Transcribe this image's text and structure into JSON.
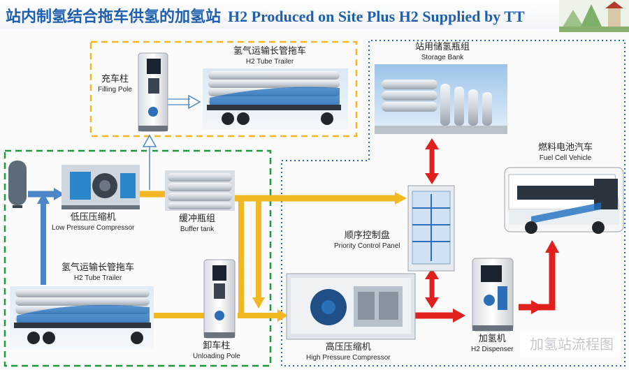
{
  "title": {
    "zh": "站内制氢结合拖车供氢的加氢站",
    "en": "H2 Produced on Site Plus H2 Supplied by TT"
  },
  "components": {
    "filling_pole": {
      "zh": "充车柱",
      "en": "Filling Pole"
    },
    "tube_trailer_top": {
      "zh": "氢气运输长管拖车",
      "en": "H2 Tube Trailer"
    },
    "storage_bank": {
      "zh": "站用储氢瓶组",
      "en": "Storage Bank"
    },
    "fuel_cell_vehicle": {
      "zh": "燃料电池汽车",
      "en": "Fuel Cell Vehicle"
    },
    "low_pressure_compressor": {
      "zh": "低压压缩机",
      "en": "Low Pressure Compressor"
    },
    "buffer_tank": {
      "zh": "缓冲瓶组",
      "en": "Buffer tank"
    },
    "priority_control_panel": {
      "zh": "顺序控制盘",
      "en": "Priority Control Panel"
    },
    "tube_trailer_bottom": {
      "zh": "氢气运输长管拖车",
      "en": "H2 Tube Trailer"
    },
    "unloading_pole": {
      "zh": "卸车柱",
      "en": "Unloading Pole"
    },
    "high_pressure_compressor": {
      "zh": "高压压缩机",
      "en": "High Pressure Compressor"
    },
    "h2_dispenser": {
      "zh": "加氢机",
      "en": "H2 Dispenser"
    }
  },
  "watermark": "加氢站流程图",
  "colors": {
    "title": "#1f5fb0",
    "low_pressure_line": "#f2b824",
    "high_pressure_line": "#e0201c",
    "feed_line": "#4a86c8",
    "onsite_boundary": "#1e9a3c",
    "trailer_boundary": "#f2b824",
    "station_boundary": "#2a6fb8"
  }
}
